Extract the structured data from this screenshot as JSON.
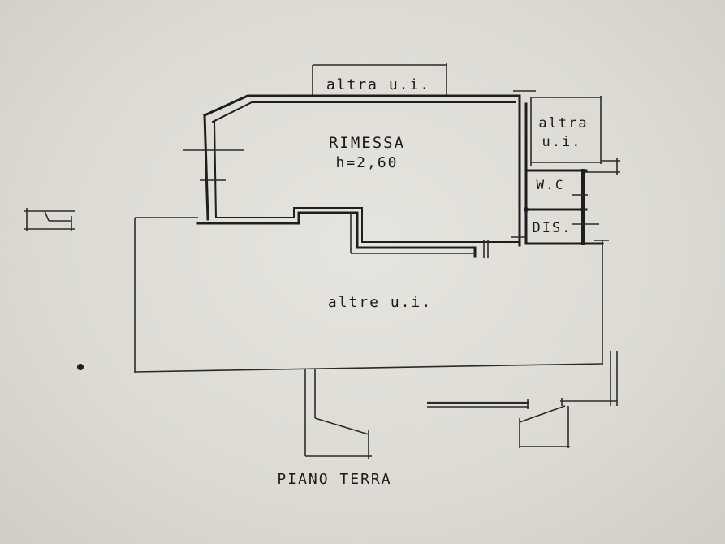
{
  "labels": {
    "rimessa": "RIMESSA",
    "height": "h=2,60",
    "altra_top": "altra u.i.",
    "altra_right_1": "altra",
    "altra_right_2": "u.i.",
    "wc": "W.C",
    "dis": "DIS.",
    "altre": "altre u.i.",
    "floor": "PIANO TERRA"
  },
  "colors": {
    "ink": "#1e1e1e",
    "paper": "#dcdad3"
  }
}
